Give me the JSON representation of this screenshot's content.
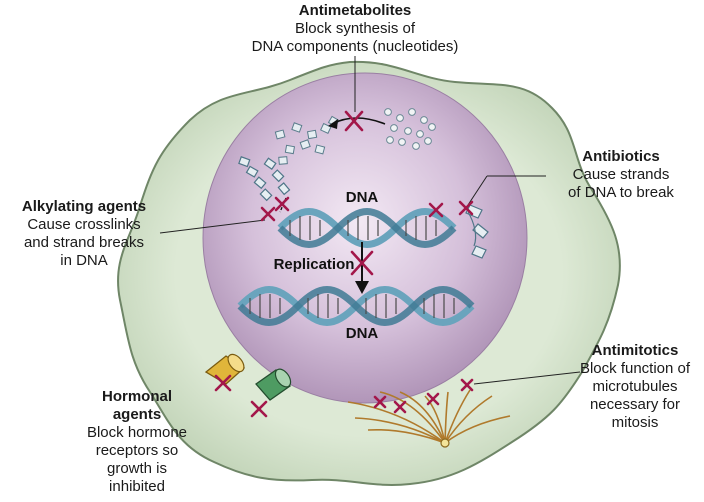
{
  "labels": {
    "antimetabolites": {
      "title": "Antimetabolites",
      "lines": [
        "Block synthesis of",
        "DNA components (nucleotides)"
      ]
    },
    "antibiotics": {
      "title": "Antibiotics",
      "lines": [
        "Cause strands",
        "of DNA to break"
      ]
    },
    "alkylating": {
      "title": "Alkylating agents",
      "lines": [
        "Cause crosslinks",
        "and strand breaks",
        "in DNA"
      ]
    },
    "antimitotics": {
      "title": "Antimitotics",
      "lines": [
        "Block function of",
        "microtubules",
        "necessary for",
        "mitosis"
      ]
    },
    "hormonal": {
      "title_lines": [
        "Hormonal",
        "agents"
      ],
      "lines": [
        "Block hormone",
        "receptors so",
        "growth is",
        "inhibited"
      ]
    }
  },
  "dna_top": "DNA",
  "dna_bottom": "DNA",
  "replication": "Replication",
  "colors": {
    "cell_fill": "#dbe8d2",
    "cell_outline": "#7a8f72",
    "nucleus_center": "#efe3f0",
    "nucleus_edge": "#a98cb1",
    "helix": "#7fb2c8",
    "block_x": "#a3174a",
    "microtubule": "#b07a2c"
  }
}
